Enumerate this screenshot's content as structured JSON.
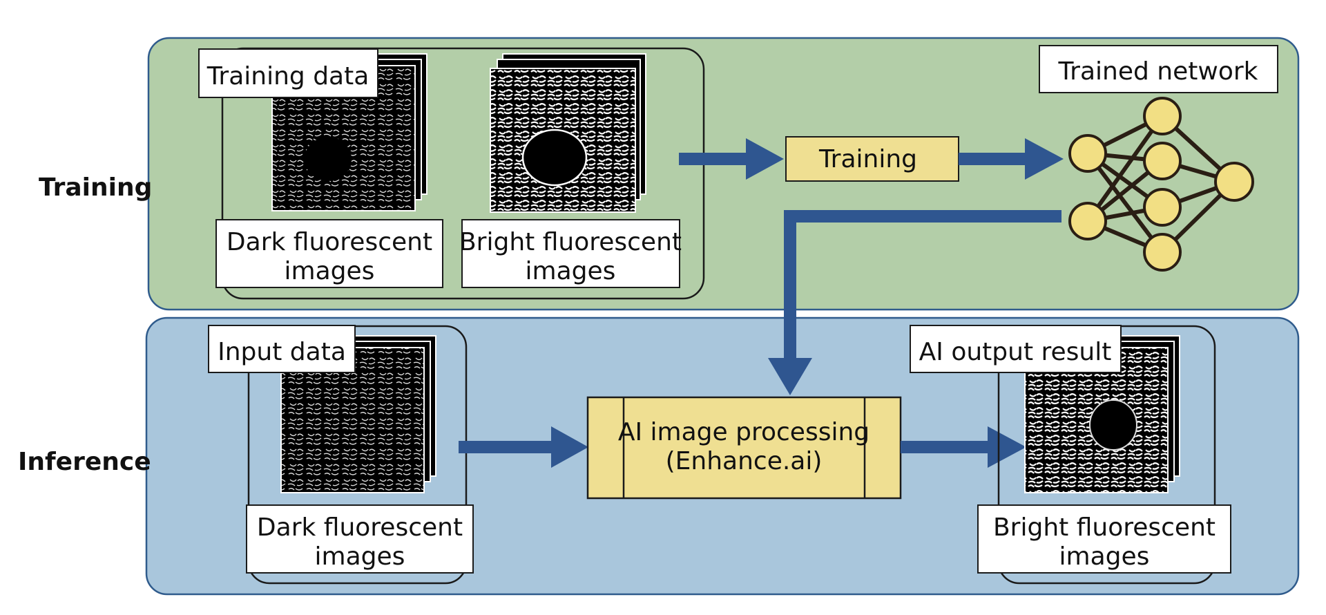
{
  "rows": {
    "training": {
      "label": "Training"
    },
    "inference": {
      "label": "Inference"
    }
  },
  "training": {
    "data_title": "Training data",
    "dark_caption_line1": "Dark fluorescent",
    "dark_caption_line2": "images",
    "bright_caption_line1": "Bright fluorescent",
    "bright_caption_line2": "images",
    "process_label": "Training",
    "network_title": "Trained network"
  },
  "inference": {
    "input_title": "Input data",
    "dark_caption_line1": "Dark fluorescent",
    "dark_caption_line2": "images",
    "process_line1": "AI image processing",
    "process_line2": "(Enhance.ai)",
    "output_title": "AI output result",
    "bright_caption_line1": "Bright fluorescent",
    "bright_caption_line2": "images"
  },
  "colors": {
    "training_panel": "#b3cea8",
    "inference_panel": "#a9c6dc",
    "panel_border": "#2f5b8c",
    "arrow": "#2f5690",
    "process_box": "#efdf92",
    "node_fill": "#f2df84",
    "node_edge": "#2a1e14",
    "micrograph": "#000000",
    "micrograph_strands": "#e8e8e8"
  },
  "icons": {
    "micrograph": "fluorescence-micrograph-icon",
    "network": "neural-network-icon"
  }
}
